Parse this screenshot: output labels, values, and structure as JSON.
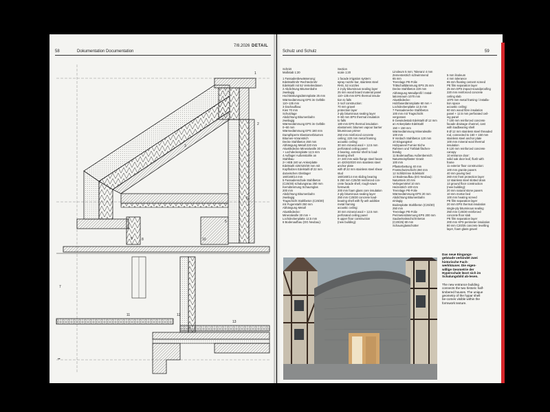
{
  "left_page": {
    "page_number": "58",
    "section": "Dokumentation  Documentation",
    "issue": "7/8.2026",
    "logo": "DETAIL",
    "footer_mark": "▪▪",
    "callouts": [
      "1",
      "2",
      "3",
      "4",
      "5",
      "6",
      "7",
      "8",
      "9",
      "10",
      "11",
      "12",
      "13"
    ]
  },
  "right_page": {
    "page_number": "59",
    "title": "Schulz und Schulz",
    "heading_de": "Schnitt\nMaßstab 1:20",
    "heading_en": "Section\nscale 1:20",
    "col1": [
      "1  Fassadenbewässerung:",
      "   Edelstahlrohr Rechteckrohr",
      "   Edelstahl mit 52 Verteilerdüsen",
      "2  Abdichtung Bitumenbahn",
      "   zweilagig",
      "   Hochleistungsdämmplatte 25 mm",
      "   Wärmedämmung EPS im Gefälle",
      "   110–135 mm",
      "3  Dachaufbau:",
      "   Kies 70 mm",
      "   Schutzlage",
      "   Abdichtung Bitumenbahn",
      "   zweilagig",
      "   Wärmedämmung EPS im Gefälle",
      "   0–60 mm",
      "   Wärmedämmung EPS 180 mm",
      "   Dampfsperre Elastomerbitumen",
      "   Bitumen-Voranstrich",
      "   Decke Stahlbeton 250 mm",
      "   Abhängung Metall 220 mm",
      "   Akustikdecke Mineralwolle 30 mm",
      "   + Lochdeckenplatte 12,5 mm",
      "4  Auflager Außenstahle an",
      "   Stahlbau",
      "   2× HEB 240 an Ankerplatte",
      "   Edelstahl 420/420/20 mm mit",
      "   Kopfbolzen Edelstahl Ø 22 mm",
      "   dazwischen Gleitlager",
      "   160/160/14 mm",
      "5  Fassadenschale Stahlbeton",
      "   (C25/30) schalungsrau 250 mm",
      "   Kerndämmung Schaumglas",
      "   200 mm",
      "   Abdichtung Bitumenbahn",
      "   zweilagig",
      "   Tragschicht Stahlbeton (C25/30)",
      "   mit Fugenstahl 250 mm",
      "   Abhängung Metall",
      "   Akustikdecke:",
      "   Mineralwolle 30 mm +",
      "   Lochdeckenplatte 12,5 mm",
      "6  Bodenaufbau (OG Neubau):"
    ],
    "col2": [
      "1  facade irrigation system:",
      "   spray nozzle bar, stainless steel",
      "   RHS, 52 nozzles",
      "2  2-ply bituminous sealing layer",
      "   25 mm wood board material panel",
      "   110–135 mm EPS thermal insula-",
      "   tion to falls",
      "3  roof construction:",
      "   70 mm gravel",
      "   protection layer",
      "   2-ply bituminous sealing layer",
      "   0–60 mm EPS thermal insulation",
      "   to falls",
      "   180 mm EPS thermal insulation",
      "   elastomeric bitumen vapour barrier",
      "   bituminous primer",
      "   250 mm reinforced concrete",
      "   ceiling; 220 mm metal framing",
      "   acoustic ceiling:",
      "   30 mm mineral wool + 12.5 mm",
      "   perforated ceiling panel",
      "4  bearing, exterior shell to load-",
      "   bearing shell",
      "   2× 240 mm wide flange steel beam",
      "   on 420/420/20 mm stainless steel",
      "   anchor plate",
      "   with Ø 22 mm stainless steel shear",
      "   stud",
      "   160/160/14 mm sliding bearing",
      "5  250 mm C25/30 reinforced con-",
      "   crete facade shell, rough-sawn",
      "   formwork",
      "   200 mm foam glass core insulation",
      "   2-ply bituminous sealing layer",
      "   250 mm C25/30 concrete load-",
      "   bearing shell with fly ash additive",
      "   metal framing",
      "   acoustic ceiling:",
      "   30 mm mineral wool + 12.5 mm",
      "   perforated ceiling panel",
      "6  upper floor construction",
      "   (new building):"
    ],
    "col3": [
      "Linoleum 5 mm; Toleranz 4 mm",
      "Zementestrich schwimmend",
      "65 mm",
      "Trennlage PE-Folie",
      "Trittschalldämmung EPS 25 mm",
      "Decke Stahlbeton 220 mm",
      "Abhängung Metallprofil / Instal-",
      "lationsraum 1070 mm",
      "Akustikdecke:",
      "Holzfaserdämmplatte 60 mm +",
      "Lochdeckenplatte 12,5 mm",
      "7  Fassadenecke Stahlbeton",
      "   100 mm mit Tragschicht",
      "   vergossen",
      "8  Gewindestab Edelstahl Ø 12 mm",
      "   an Ankerplatte Edelstahl",
      "   150 × 150 mm",
      "   Wärmedämmung Mineralwolle",
      "   100 mm",
      "9  Vordach Stahlbeton 120 mm",
      "10 Eingangstür:",
      "   Holzpaneel Furnier Eiche",
      "   Rahmen und Türblatt flächen-",
      "   bündig",
      "11 Bodenaufbau Außenbereich:",
      "   Natursteinpflaster Granit",
      "   100 mm",
      "   Pflasterbettung 40 mm",
      "   Frostschutzschicht 260 mm",
      "12 Schlitzrinne Edelstahl",
      "13 Bodenaufbau (EG Neubau):",
      "   Naturstein 20 mm",
      "   Verlegemörtel 10 mm",
      "   Heizestrich 100 mm",
      "   Trennlage PE-Folie",
      "   Wärmedämmung EPS 20 mm",
      "   Abdichtung Bitumenbahn",
      "   einlagig",
      "   Bodenplatte Stahlbeton (C25/30)",
      "   250 mm",
      "   Trennlage PE-Folie",
      "   Perimeterdämmung EPS 200 mm",
      "   Sauberkeitsschicht Beton",
      "   (C20/25) 80 mm",
      "   Schaumglasschotter"
    ],
    "col4": [
      "5 mm linoleum",
      "4 mm tolerance",
      "65 mm floating cement screed",
      "PE film separation layer",
      "25 mm EPS impact-soundproofing",
      "220 mm reinforced concrete",
      "ceiling slab",
      "1070 mm metal framing / installa-",
      "tion space",
      "acoustic ceiling:",
      "60 mm wood fibre insulation",
      "panel + 12.5 mm perforated ceil-",
      "ing panel",
      "7  100 mm reinforced concrete",
      "   facade drainage channel, cast",
      "   with loadbearing shell",
      "8  Ø 12 mm stainless steel threaded",
      "   rod, connected to 150 × 150 mm",
      "   stainless steel anchor plate",
      "   100 mm mineral wool thermal",
      "   insulation",
      "9  120 mm reinforced concrete",
      "   canopy",
      "10 entrance door:",
      "   solid oak door leaf, flush with",
      "   frame",
      "11 exterior floor construction:",
      "   100 mm granite pavers",
      "   40 mm paving bed",
      "   260 mm frost protection layer",
      "12 stainless steel slotted drain",
      "13 ground floor construction",
      "   (new building):",
      "   20 mm natural stone pavers",
      "   10 mm mortar bed",
      "   100 mm heating screed",
      "   PE film separation layer",
      "   20 mm EPS thermal insulation",
      "   single-ply bituminous sealing",
      "   250 mm C25/30 reinforced",
      "   concrete floor slab",
      "   PE film separation layer",
      "   200 mm XPS perimeter insulation",
      "   80 mm C20/25 concrete levelling",
      "   layer, foam glass gravel"
    ],
    "caption_de": "Das neue Eingangs-gebäude verbindet zwei historische Fach-werkhäuser. Die eigen-willige Geometrie der Hyperschale lässt sich im Schalungsbild ab-lesen.",
    "caption_en": "The new entrance building connects the two historic half-timbered houses. The unique geometry of the hypar shell be-comes visible within the formwork texture."
  }
}
